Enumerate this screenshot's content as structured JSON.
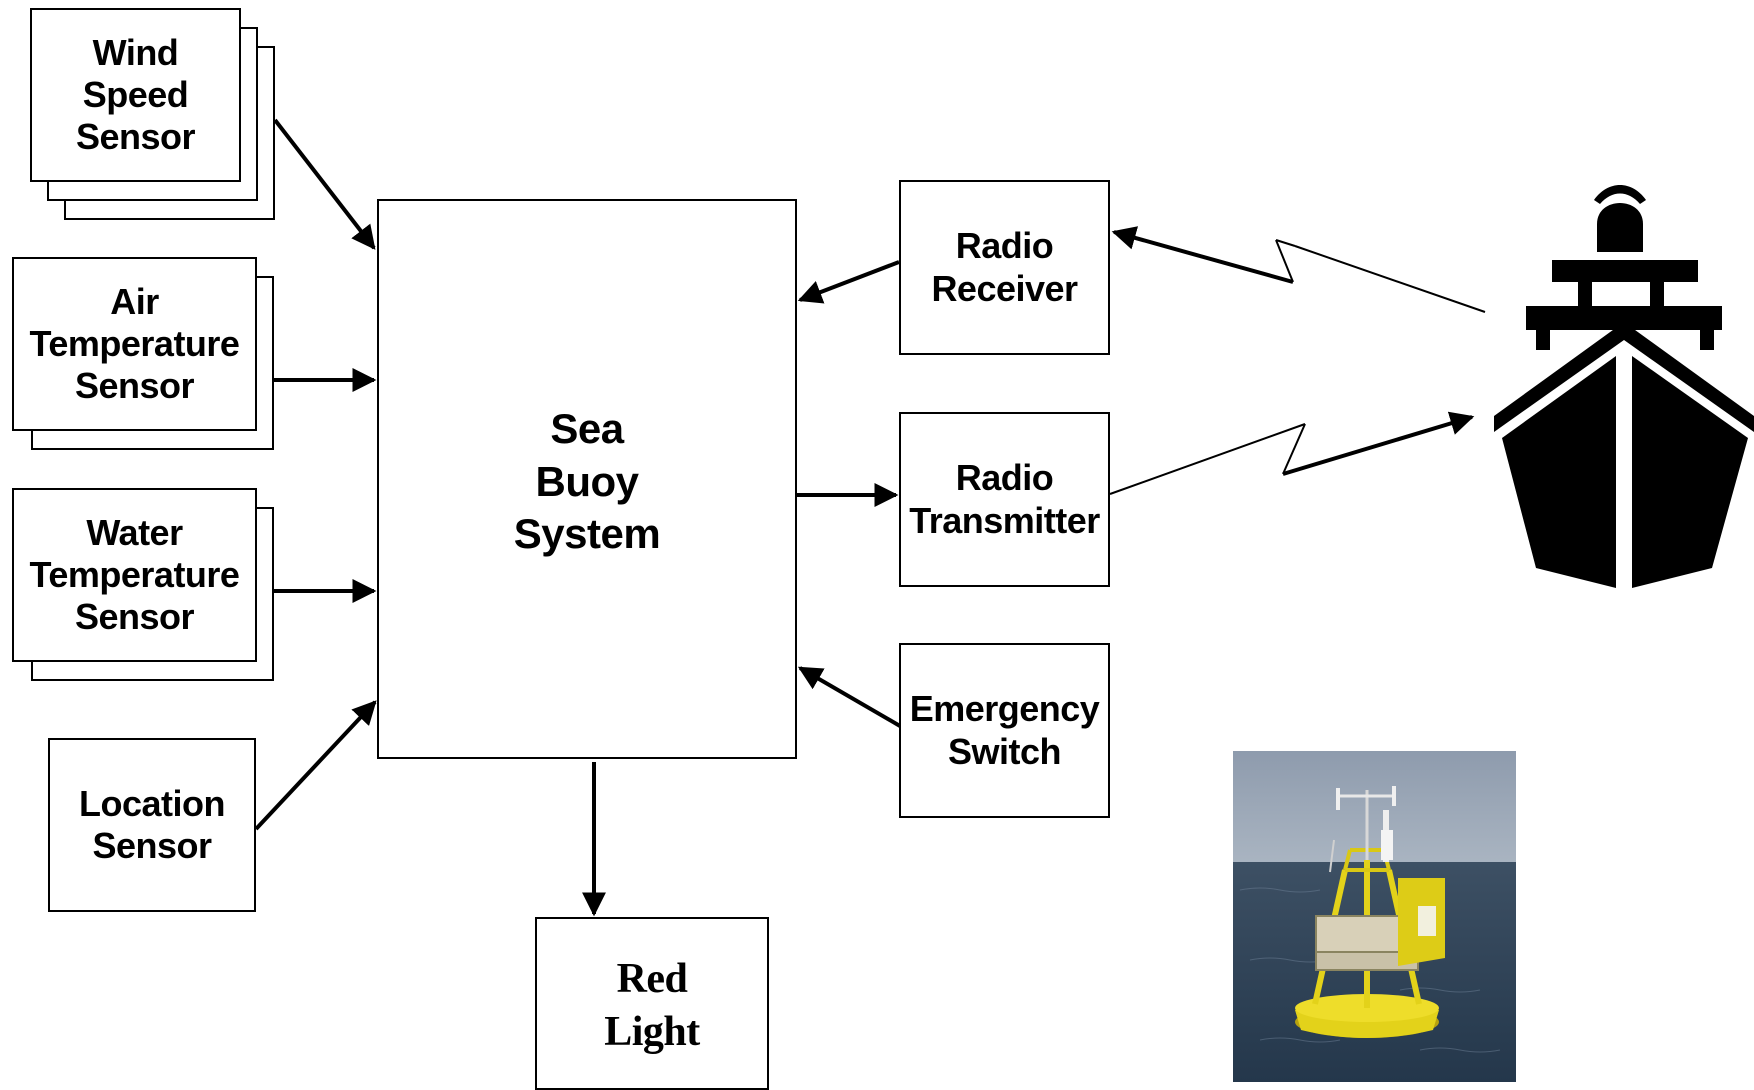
{
  "diagram": {
    "sensors": {
      "wind_speed": "Wind\nSpeed\nSensor",
      "air_temperature": "Air\nTemperature\nSensor",
      "water_temperature": "Water\nTemperature\nSensor",
      "location": "Location\nSensor"
    },
    "core": "Sea\nBuoy\nSystem",
    "radio_receiver": "Radio\nReceiver",
    "radio_transmitter": "Radio\nTransmitter",
    "emergency_switch": "Emergency\nSwitch",
    "red_light": "Red\nLight"
  },
  "icons": {
    "ship": "ship-icon",
    "buoy_photo": "buoy-photo"
  },
  "colors": {
    "line": "#000000",
    "buoy_yellow": "#e8d81c",
    "sea": "#2f4256",
    "sky": "#9aa7b6"
  }
}
